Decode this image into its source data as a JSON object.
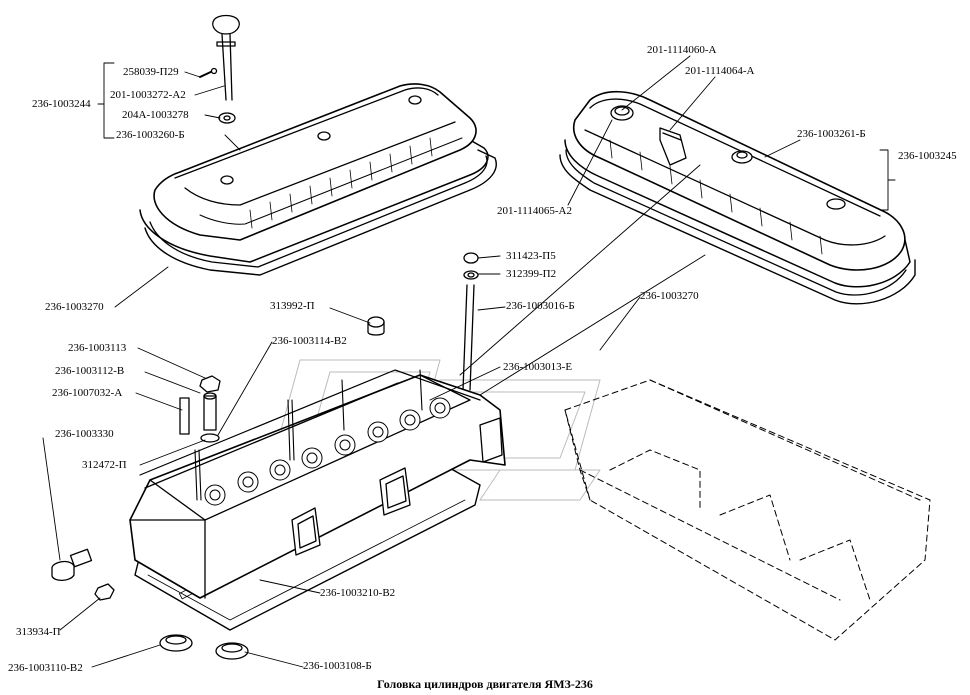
{
  "caption": "Головка цилиндров двигателя ЯМЗ-236",
  "labels": {
    "l258039": "258039-П29",
    "l236_1003244": "236-1003244",
    "l201_1003272": "201-1003272-А2",
    "l204a": "204А-1003278",
    "l236_1003260": "236-1003260-Б",
    "l236_1003270_left": "236-1003270",
    "l201_1114060": "201-1114060-А",
    "l201_1114064": "201-1114064-А",
    "l236_1003261": "236-1003261-Б",
    "l236_1003245": "236-1003245",
    "l201_1114065": "201-1114065-А2",
    "l311423": "311423-П5",
    "l312399": "312399-П2",
    "l236_1003016": "236-1003016-Б",
    "l236_1003270_right": "236-1003270",
    "l313992": "313992-П",
    "l236_1003114": "236-1003114-В2",
    "l236_1003113": "236-1003113",
    "l236_1003112": "236-1003112-В",
    "l236_1007032": "236-1007032-А",
    "l236_1003013": "236-1003013-Е",
    "l236_1003330": "236-1003330",
    "l312472": "312472-П",
    "l236_1003210": "236-1003210-В2",
    "l313934": "313934-П",
    "l236_1003110": "236-1003110-В2",
    "l236_1003108": "236-1003108-Б"
  }
}
